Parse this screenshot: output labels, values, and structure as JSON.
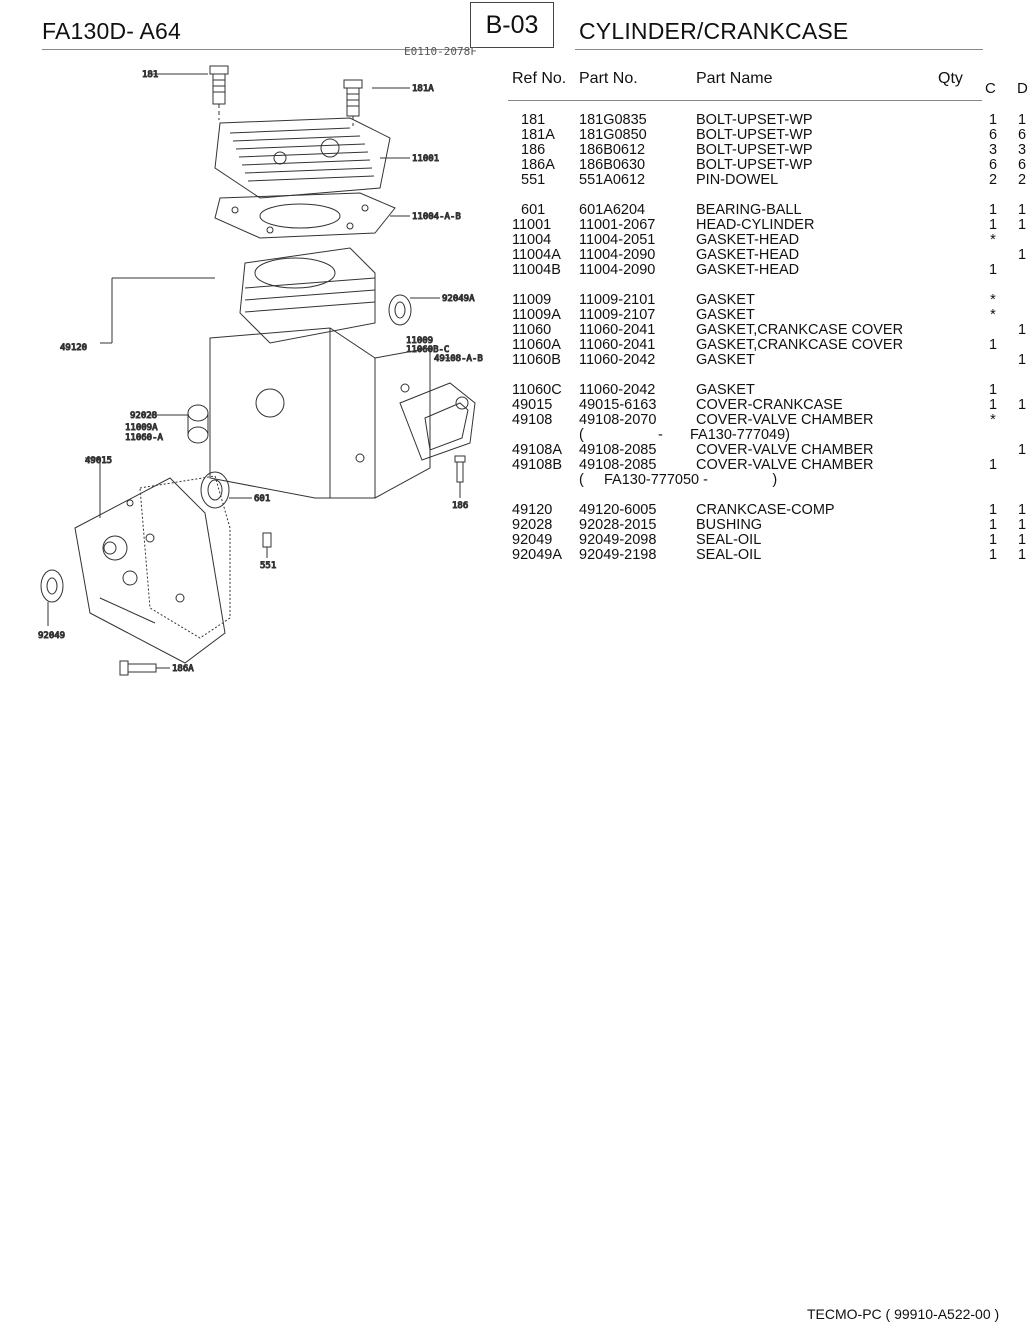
{
  "header": {
    "model": "FA130D- A64",
    "section": "B-03",
    "title": "CYLINDER/CRANKCASE",
    "drawing_code": "E0110-2078F"
  },
  "table": {
    "headers": {
      "ref": "Ref No.",
      "part": "Part No.",
      "name": "Part Name",
      "qty": "Qty",
      "c": "C",
      "d": "D"
    },
    "rows": [
      {
        "ref": "181",
        "part": "181G0835",
        "name": "BOLT-UPSET-WP",
        "c": "1",
        "d": "1"
      },
      {
        "ref": "181A",
        "part": "181G0850",
        "name": "BOLT-UPSET-WP",
        "c": "6",
        "d": "6"
      },
      {
        "ref": "186",
        "part": "186B0612",
        "name": "BOLT-UPSET-WP",
        "c": "3",
        "d": "3"
      },
      {
        "ref": "186A",
        "part": "186B0630",
        "name": "BOLT-UPSET-WP",
        "c": "6",
        "d": "6"
      },
      {
        "ref": "551",
        "part": "551A0612",
        "name": "PIN-DOWEL",
        "c": "2",
        "d": "2"
      },
      {
        "ref": "601",
        "part": "601A6204",
        "name": "BEARING-BALL",
        "c": "1",
        "d": "1"
      },
      {
        "ref": "11001",
        "part": "11001-2067",
        "name": "HEAD-CYLINDER",
        "c": "1",
        "d": "1"
      },
      {
        "ref": "11004",
        "part": "11004-2051",
        "name": "GASKET-HEAD",
        "c": "*",
        "d": ""
      },
      {
        "ref": "11004A",
        "part": "11004-2090",
        "name": "GASKET-HEAD",
        "c": "",
        "d": "1"
      },
      {
        "ref": "11004B",
        "part": "11004-2090",
        "name": "GASKET-HEAD",
        "c": "1",
        "d": ""
      },
      {
        "ref": "11009",
        "part": "11009-2101",
        "name": "GASKET",
        "c": "*",
        "d": ""
      },
      {
        "ref": "11009A",
        "part": "11009-2107",
        "name": "GASKET",
        "c": "*",
        "d": ""
      },
      {
        "ref": "11060",
        "part": "11060-2041",
        "name": "GASKET,CRANKCASE COVER",
        "c": "",
        "d": "1"
      },
      {
        "ref": "11060A",
        "part": "11060-2041",
        "name": "GASKET,CRANKCASE COVER",
        "c": "1",
        "d": ""
      },
      {
        "ref": "11060B",
        "part": "11060-2042",
        "name": "GASKET",
        "c": "",
        "d": "1"
      },
      {
        "ref": "11060C",
        "part": "11060-2042",
        "name": "GASKET",
        "c": "1",
        "d": ""
      },
      {
        "ref": "49015",
        "part": "49015-6163",
        "name": "COVER-CRANKCASE",
        "c": "1",
        "d": "1"
      },
      {
        "ref": "49108",
        "part": "49108-2070",
        "name": "COVER-VALVE CHAMBER",
        "c": "*",
        "d": ""
      },
      {
        "ref": "49108A",
        "part": "49108-2085",
        "name": "COVER-VALVE CHAMBER",
        "c": "",
        "d": "1"
      },
      {
        "ref": "49108B",
        "part": "49108-2085",
        "name": "COVER-VALVE CHAMBER",
        "c": "1",
        "d": ""
      },
      {
        "ref": "49120",
        "part": "49120-6005",
        "name": "CRANKCASE-COMP",
        "c": "1",
        "d": "1"
      },
      {
        "ref": "92028",
        "part": "92028-2015",
        "name": "BUSHING",
        "c": "1",
        "d": "1"
      },
      {
        "ref": "92049",
        "part": "92049-2098",
        "name": "SEAL-OIL",
        "c": "1",
        "d": "1"
      },
      {
        "ref": "92049A",
        "part": "92049-2198",
        "name": "SEAL-OIL",
        "c": "1",
        "d": "1"
      }
    ],
    "notes": {
      "n49108_open": "(",
      "n49108_dash": "-",
      "n49108_serial": "FA130-777049)",
      "n49108b": "(     FA130-777050 -                )"
    }
  },
  "diagram_labels": {
    "l181": "181",
    "l181A": "181A",
    "l11001": "11001",
    "l11004": "11004-A-B",
    "l92049A": "92049A",
    "l11009": "11009",
    "l11060B": "11060B-C",
    "l49108": "49108-A-B",
    "l49120": "49120",
    "l92028": "92028",
    "l11009A": "11009A",
    "l11060A": "11060-A",
    "l49015": "49015",
    "l601": "601",
    "l186": "186",
    "l551": "551",
    "l92049": "92049",
    "l186A": "186A"
  },
  "footer": {
    "text": "TECMO-PC  ( 99910-A522-00 )"
  }
}
